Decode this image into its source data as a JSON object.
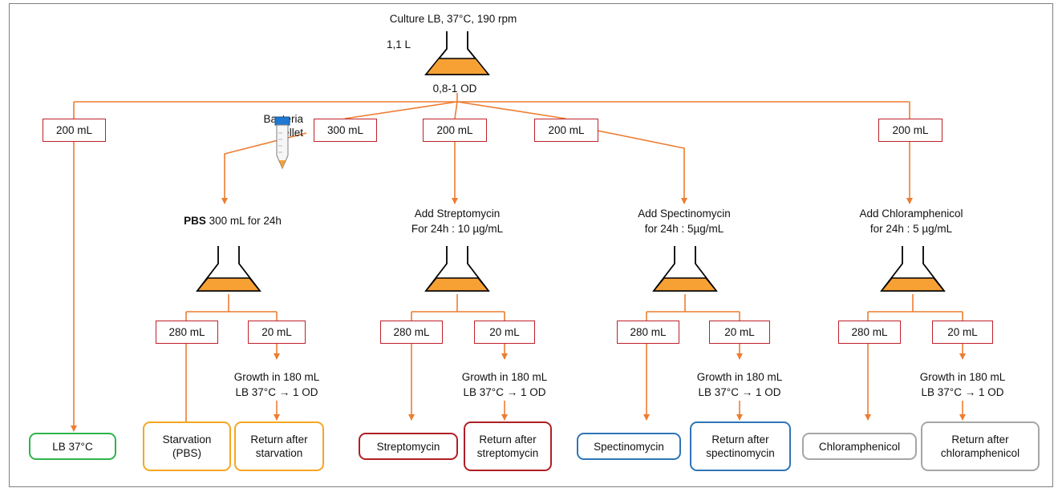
{
  "colors": {
    "arrow": "#ed7d31",
    "volume_border": "#c0202a",
    "flask_fill": "#f7a135",
    "tube_cap": "#1f78d1",
    "pbs": "#f5a623",
    "control": "#2fb34a",
    "streptomycin": "#b01f24",
    "spectinomycin": "#2e75b6",
    "chloramphenicol": "#a6a6a6"
  },
  "culture": {
    "title": "Culture LB, 37°C, 190 rpm",
    "volume": "1,1 L",
    "od": "0,8-1 OD"
  },
  "pellet": {
    "line1": "Bacteria",
    "line2": "pellet"
  },
  "split": {
    "control": "200 mL",
    "pbs": "300 mL",
    "strep": "200 mL",
    "spect": "200 mL",
    "chlor": "200 mL"
  },
  "treatments": {
    "pbs": {
      "bold": "PBS",
      "rest": " 300 mL for 24h"
    },
    "strep": {
      "line1": "Add Streptomycin",
      "line2": "For 24h : 10 µg/mL"
    },
    "spect": {
      "line1": "Add Spectinomycin",
      "line2": "for 24h : 5µg/mL"
    },
    "chlor": {
      "line1": "Add Chloramphenicol",
      "line2": "for 24h : 5 µg/mL"
    }
  },
  "sub_volumes": {
    "large": "280 mL",
    "small": "20 mL"
  },
  "growth": {
    "line1": "Growth in 180 mL",
    "line2": "LB 37°C → 1 OD"
  },
  "outputs": {
    "control": "LB 37°C",
    "pbs_stress": {
      "line1": "Starvation",
      "line2": "(PBS)"
    },
    "pbs_return": {
      "line1": "Return after",
      "line2": "starvation"
    },
    "strep_stress": "Streptomycin",
    "strep_return": {
      "line1": "Return after",
      "line2": "streptomycin"
    },
    "spect_stress": "Spectinomycin",
    "spect_return": {
      "line1": "Return after",
      "line2": "spectinomycin"
    },
    "chlor_stress": "Chloramphenicol",
    "chlor_return": {
      "line1": "Return after",
      "line2": "chloramphenicol"
    }
  }
}
